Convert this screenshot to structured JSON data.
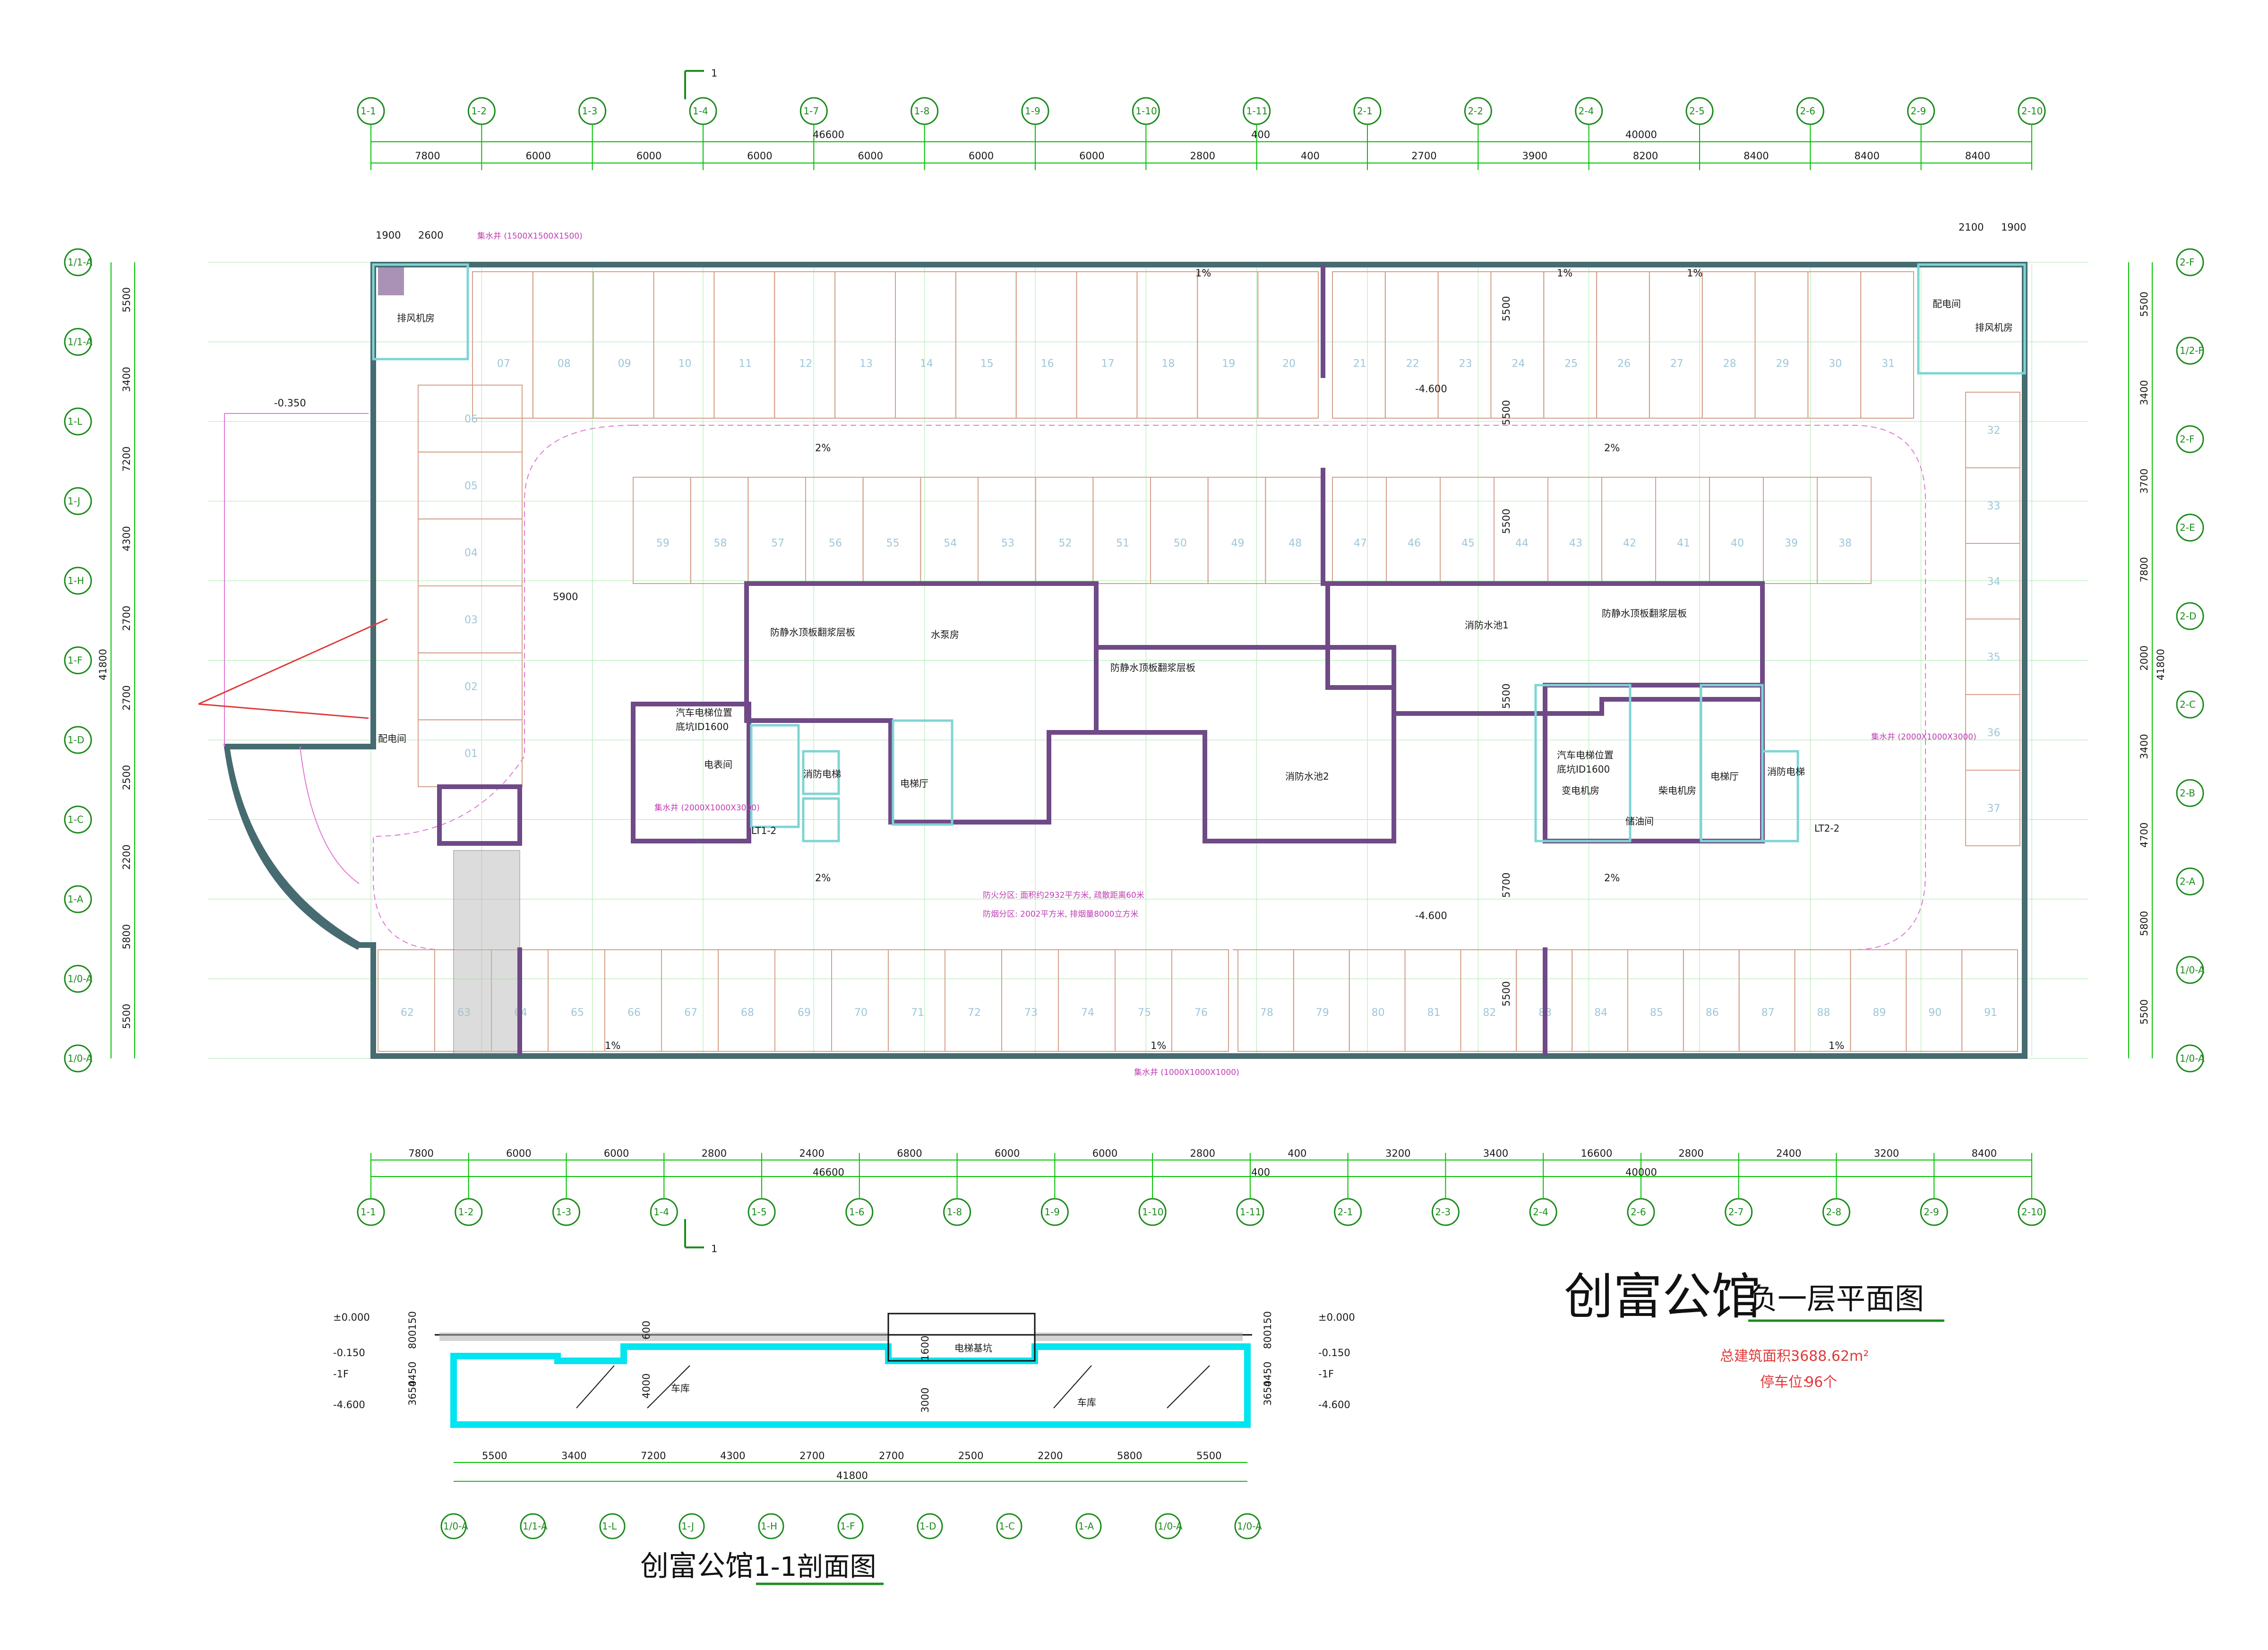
{
  "drawing": {
    "plan_title_prefix": "创富公馆",
    "plan_title": "负一层平面图",
    "total_area_label": "总建筑面积:",
    "total_area": "3688.62m²",
    "parking_label": "停车位:",
    "parking": "96个",
    "section_title_prefix": "创富公馆",
    "section_title": "1-1剖面图",
    "section_marker": "1"
  },
  "colors": {
    "axis": "#1c8c1c",
    "grid": "#00c000",
    "wall": "#466b70",
    "core": "#6f4a86",
    "section": "#00e5ef",
    "accent_red": "#e03a3a",
    "stall": "#d5a08a"
  },
  "axes_top": [
    "1-1",
    "1-2",
    "1-3",
    "1-4",
    "1-7",
    "1-8",
    "1-9",
    "1-10",
    "1-11",
    "2-1",
    "2-2",
    "2-4",
    "2-5",
    "2-6",
    "2-9",
    "2-10"
  ],
  "axes_bottom": [
    "1-1",
    "1-2",
    "1-3",
    "1-4",
    "1-5",
    "1-6",
    "1-8",
    "1-9",
    "1-10",
    "1-11",
    "2-1",
    "2-3",
    "2-4",
    "2-6",
    "2-7",
    "2-8",
    "2-9",
    "2-10"
  ],
  "axes_left": [
    "1/1-A",
    "1/1-A",
    "1-L",
    "1-J",
    "1-H",
    "1-F",
    "1-D",
    "1-C",
    "1-A",
    "1/0-A",
    "1/0-A"
  ],
  "axes_right": [
    "2-F",
    "1/2-F",
    "2-F",
    "2-E",
    "2-D",
    "2-C",
    "2-B",
    "2-A",
    "1/0-A",
    "1/0-A"
  ],
  "dims_top_total": [
    "46600",
    "400",
    "40000"
  ],
  "dims_top": [
    "7800",
    "6000",
    "6000",
    "6000",
    "6000",
    "6000",
    "6000",
    "2800",
    "400",
    "2700",
    "3900",
    "8200",
    "8400",
    "8400",
    "8400"
  ],
  "dims_bottom": [
    "7800",
    "6000",
    "6000",
    "2800",
    "2400",
    "6800",
    "6000",
    "6000",
    "2800",
    "400",
    "3200",
    "3400",
    "16600",
    "2800",
    "2400",
    "3200",
    "8400"
  ],
  "dims_bottom_total": [
    "46600",
    "400",
    "40000"
  ],
  "dims_left": [
    "5500",
    "3400",
    "7200",
    "4300",
    "2700",
    "2700",
    "2500",
    "2200",
    "5800",
    "5500"
  ],
  "dims_left_total": "41800",
  "dims_right": [
    "5500",
    "3400",
    "3700",
    "7800",
    "2000",
    "3400",
    "4700",
    "5800",
    "5500"
  ],
  "dims_right_total": "41800",
  "corner_dims": [
    "1900",
    "2600",
    "2100",
    "1900"
  ],
  "stalls_top_a": [
    "07",
    "08",
    "09",
    "10",
    "11",
    "12",
    "13",
    "14",
    "15",
    "16",
    "17",
    "18",
    "19",
    "20"
  ],
  "stalls_top_b": [
    "21",
    "22",
    "23",
    "24",
    "25",
    "26",
    "27",
    "28",
    "29",
    "30",
    "31"
  ],
  "stalls_mid_a": [
    "59",
    "58",
    "57",
    "56",
    "55",
    "54",
    "53",
    "52",
    "51",
    "50",
    "49",
    "48"
  ],
  "stalls_mid_b": [
    "47",
    "46",
    "45",
    "44",
    "43",
    "42",
    "41",
    "40",
    "39",
    "38"
  ],
  "stalls_left": [
    "06",
    "05",
    "04",
    "03",
    "02",
    "01"
  ],
  "stalls_right": [
    "32",
    "33",
    "34",
    "35",
    "36",
    "37"
  ],
  "stalls_bottom_a": [
    "62",
    "63",
    "64",
    "65",
    "66",
    "67",
    "68",
    "69",
    "70",
    "71",
    "72",
    "73",
    "74",
    "75",
    "76"
  ],
  "stalls_bottom_b": [
    "78",
    "79",
    "80",
    "81",
    "82",
    "83",
    "84",
    "85",
    "86",
    "87",
    "88",
    "89",
    "90",
    "91"
  ],
  "rooms": {
    "fan_room_l": "排风机房",
    "fan_room_r": "排风机房",
    "elec_dist_r": "配电间",
    "elec_dist_l": "配电间",
    "pump_room": "水泵房",
    "water_tank_1": "消防水池1",
    "water_tank_2": "消防水池2",
    "elec_meter": "电表间",
    "substation": "变电机房",
    "diesel": "柴电机房",
    "oil": "储油间",
    "lift_lobby": "电梯厅",
    "fire_lift": "消防电梯",
    "lt1": "LT1-2",
    "lt2": "LT2-2",
    "waterproof_a": "防静水顶板翻浆层板",
    "waterproof_b": "防静水顶板翻浆层板",
    "waterproof_c": "防静水顶板翻浆层板",
    "car_lift": "汽车电梯位置",
    "car_lift_2": "汽车电梯位置",
    "pit": "底坑ID1600",
    "pit_2": "底坑ID1600",
    "sump": "集水井 (1500X1500X1500)",
    "sump2": "集水井 (1000X1000X1000)",
    "sump3": "集水井 (2000X1000X3000)",
    "fire_note": "防火分区: 面积约2932平方米, 疏散距离60米",
    "smoke_note": "防烟分区: 2002平方米, 排烟量8000立方米"
  },
  "slopes": [
    "1%",
    "1%",
    "1%",
    "2%",
    "2%",
    "2%",
    "2%",
    "1%",
    "1%",
    "1%"
  ],
  "levels": {
    "ramp": "-0.350",
    "floor": "-4.600",
    "floor2": "-4.600",
    "plan_dim": "5900",
    "grid_mid": [
      "5500",
      "5500",
      "5500",
      "5500",
      "5700",
      "5500"
    ]
  },
  "section": {
    "left_levels": [
      "±0.000",
      "-0.150",
      "-1F",
      "-4.600"
    ],
    "right_levels": [
      "±0.000",
      "-0.150",
      "-1F",
      "-4.600"
    ],
    "left_dims": [
      "150",
      "800",
      "4450",
      "3650"
    ],
    "right_dims": [
      "150",
      "800",
      "4450",
      "3650"
    ],
    "inner_dims": [
      "600",
      "4000",
      "1600",
      "3000"
    ],
    "labels": [
      "车库",
      "电梯基坑",
      "车库"
    ],
    "bottom_dims": [
      "5500",
      "3400",
      "7200",
      "4300",
      "2700",
      "2700",
      "2500",
      "2200",
      "5800",
      "5500"
    ],
    "bottom_total": "41800",
    "axes": [
      "1/0-A",
      "1/1-A",
      "1-L",
      "1-J",
      "1-H",
      "1-F",
      "1-D",
      "1-C",
      "1-A",
      "1/0-A",
      "1/0-A"
    ]
  }
}
